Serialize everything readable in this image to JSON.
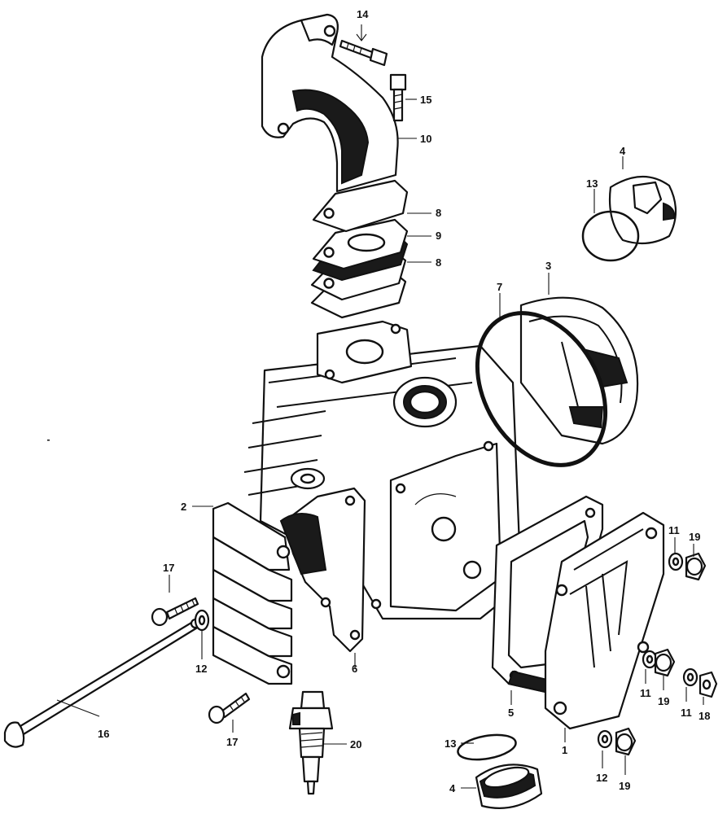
{
  "callouts": {
    "c14": "14",
    "c15": "15",
    "c10": "10",
    "c8a": "8",
    "c9": "9",
    "c8b": "8",
    "c4a": "4",
    "c13a": "13",
    "c3": "3",
    "c7": "7",
    "c2": "2",
    "c11a": "11",
    "c19a": "19",
    "c17a": "17",
    "c12a": "12",
    "c6": "6",
    "c11b": "11",
    "c19b": "19",
    "c11c": "11",
    "c18": "18",
    "c16": "16",
    "c17b": "17",
    "c20": "20",
    "c5": "5",
    "c1": "1",
    "c13b": "13",
    "c4b": "4",
    "c12b": "12",
    "c19c": "19"
  }
}
